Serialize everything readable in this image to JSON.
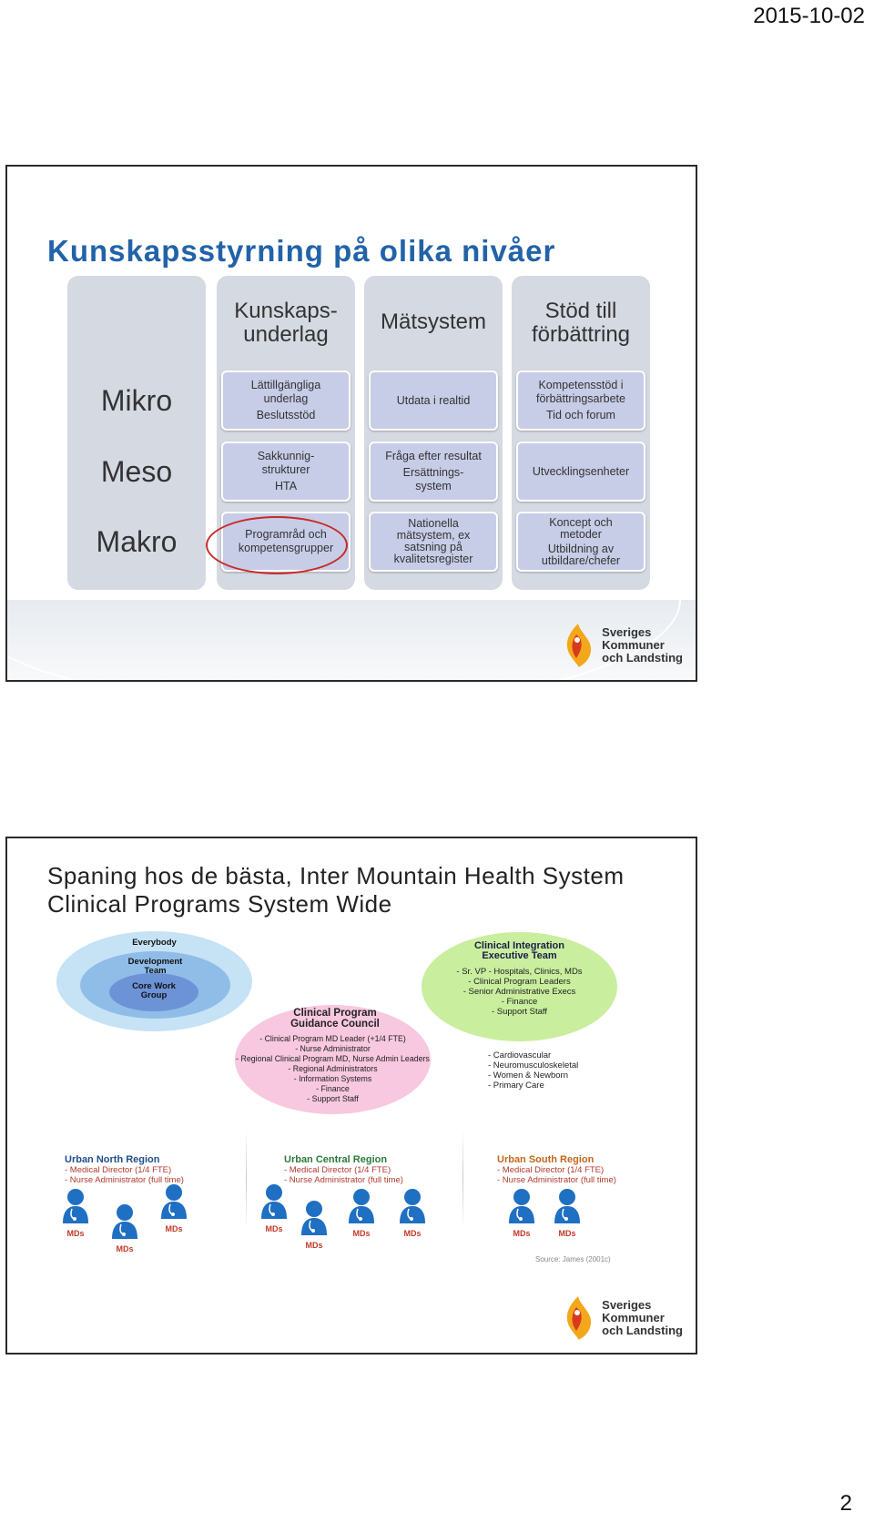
{
  "page": {
    "date": "2015-10-02",
    "page_number": "2"
  },
  "slide1": {
    "title": "Kunskapsstyrning på olika nivåer",
    "columns": [
      "Kunskaps-\nunderlag",
      "Mätsystem",
      "Stöd till\nförbättring"
    ],
    "rows": [
      "Mikro",
      "Meso",
      "Makro"
    ],
    "cells": [
      [
        {
          "main": "Lättillgängliga\nunderlag",
          "sub": "Beslutsstöd"
        },
        {
          "main": "Utdata i realtid",
          "sub": ""
        },
        {
          "main": "Kompetensstöd i\nförbättringsarbete",
          "sub": "Tid och forum"
        }
      ],
      [
        {
          "main": "Sakkunnig-\nstrukturer",
          "sub": "HTA"
        },
        {
          "main": "Fråga efter resultat",
          "sub": "Ersättnings-\nsystem"
        },
        {
          "main": "Utvecklingsenheter",
          "sub": ""
        }
      ],
      [
        {
          "main": "Programråd och\nkompetensgrupper",
          "sub": ""
        },
        {
          "main": "Nationella\nmätsystem, ex\nsatsning på\nkvalitetsregister",
          "sub": ""
        },
        {
          "main": "Koncept och\nmetoder",
          "sub": "Utbildning av\nutbildare/chefer"
        }
      ]
    ],
    "logo": [
      "Sveriges",
      "Kommuner",
      "och Landsting"
    ],
    "colors": {
      "title": "#2263a8",
      "column": "#d5d9e2",
      "cell": "#c7cde7",
      "highlight": "#c82a2a"
    }
  },
  "slide2": {
    "title_line1": "Spaning hos de bästa, Inter Mountain Health System",
    "title_line2": "Clinical Programs System Wide",
    "everybody": "Everybody",
    "development_team": "Development\nTeam",
    "core_work_group": "Core Work\nGroup",
    "cie_title": "Clinical Integration\nExecutive Team",
    "cie_items": [
      "- Sr. VP - Hospitals, Clinics, MDs",
      "- Clinical Program Leaders",
      "- Senior Administrative Execs",
      "- Finance",
      "- Support Staff"
    ],
    "gc_title": "Clinical Program\nGuidance Council",
    "gc_items": [
      "- Clinical Program MD Leader (+1/4 FTE)",
      "- Nurse Administrator",
      "- Regional Clinical Program MD, Nurse Admin Leaders",
      "- Regional Administrators",
      "- Information Systems",
      "- Finance",
      "- Support Staff"
    ],
    "programs": [
      "- Cardiovascular",
      "- Neuromusculoskeletal",
      "- Women & Newborn",
      "- Primary Care"
    ],
    "regions": [
      {
        "name": "Urban North Region",
        "line1": "- Medical Director (1/4 FTE)",
        "line2": "- Nurse Administrator (full time)"
      },
      {
        "name": "Urban Central Region",
        "line1": "- Medical Director (1/4 FTE)",
        "line2": "- Nurse Administrator (full time)"
      },
      {
        "name": "Urban South Region",
        "line1": "- Medical Director (1/4 FTE)",
        "line2": "- Nurse Administrator (full time)"
      }
    ],
    "md_label": "MDs",
    "source": "Source: James (2001c)",
    "logo": [
      "Sveriges",
      "Kommuner",
      "och Landsting"
    ]
  }
}
